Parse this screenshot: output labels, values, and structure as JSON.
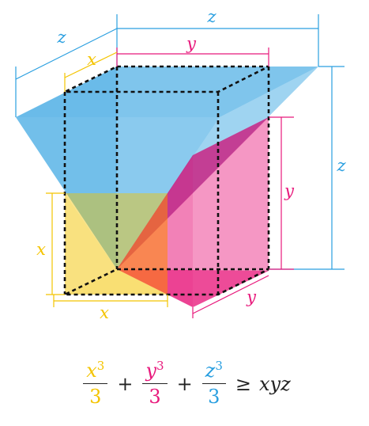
{
  "colors": {
    "x": "#f4c400",
    "y": "#e8197c",
    "z": "#2a9fe0",
    "dash": "#111111",
    "text": "#222222"
  },
  "labels": {
    "z_top": "z",
    "z_left": "z",
    "z_right": "z",
    "y_top": "y",
    "y_right": "y",
    "y_bottom": "y",
    "x_top": "x",
    "x_left": "x",
    "x_bottom": "x"
  },
  "formula": {
    "terms": [
      {
        "var": "x",
        "exp": "3",
        "den": "3",
        "color": "#f4c400"
      },
      {
        "var": "y",
        "exp": "3",
        "den": "3",
        "color": "#e8197c"
      },
      {
        "var": "z",
        "exp": "3",
        "den": "3",
        "color": "#2a9fe0"
      }
    ],
    "plus": "+",
    "relation": "≥",
    "rhs": "xyz"
  }
}
